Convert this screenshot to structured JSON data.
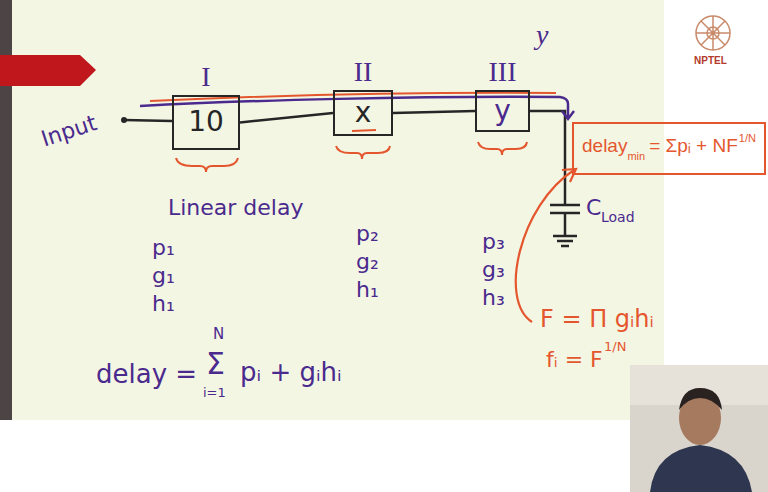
{
  "diagram": {
    "nodes": [
      {
        "text": [
          "I",
          "10"
        ]
      },
      {
        "text": [
          "II",
          "x"
        ]
      },
      {
        "text": [
          "III",
          "y"
        ]
      },
      {
        "text": [
          "delay",
          "min",
          "= Σpᵢ + NF",
          "1/N"
        ]
      }
    ],
    "edges": [
      {
        "from": 0,
        "to": 1,
        "arrow": "none"
      },
      {
        "from": 1,
        "to": 2,
        "arrow": "none"
      }
    ],
    "labels": [
      "y",
      "Input",
      "C",
      "Load",
      "Linear delay",
      "p₁",
      "g₁",
      "h₁",
      "p₂",
      "g₂",
      "h₁",
      "p₃",
      "g₃",
      "h₃",
      "delay =",
      "N",
      "Σ",
      "i=1",
      "pᵢ + gᵢhᵢ",
      "F = Π gᵢhᵢ",
      "fᵢ = F",
      "1/N",
      "NPTEL"
    ]
  }
}
